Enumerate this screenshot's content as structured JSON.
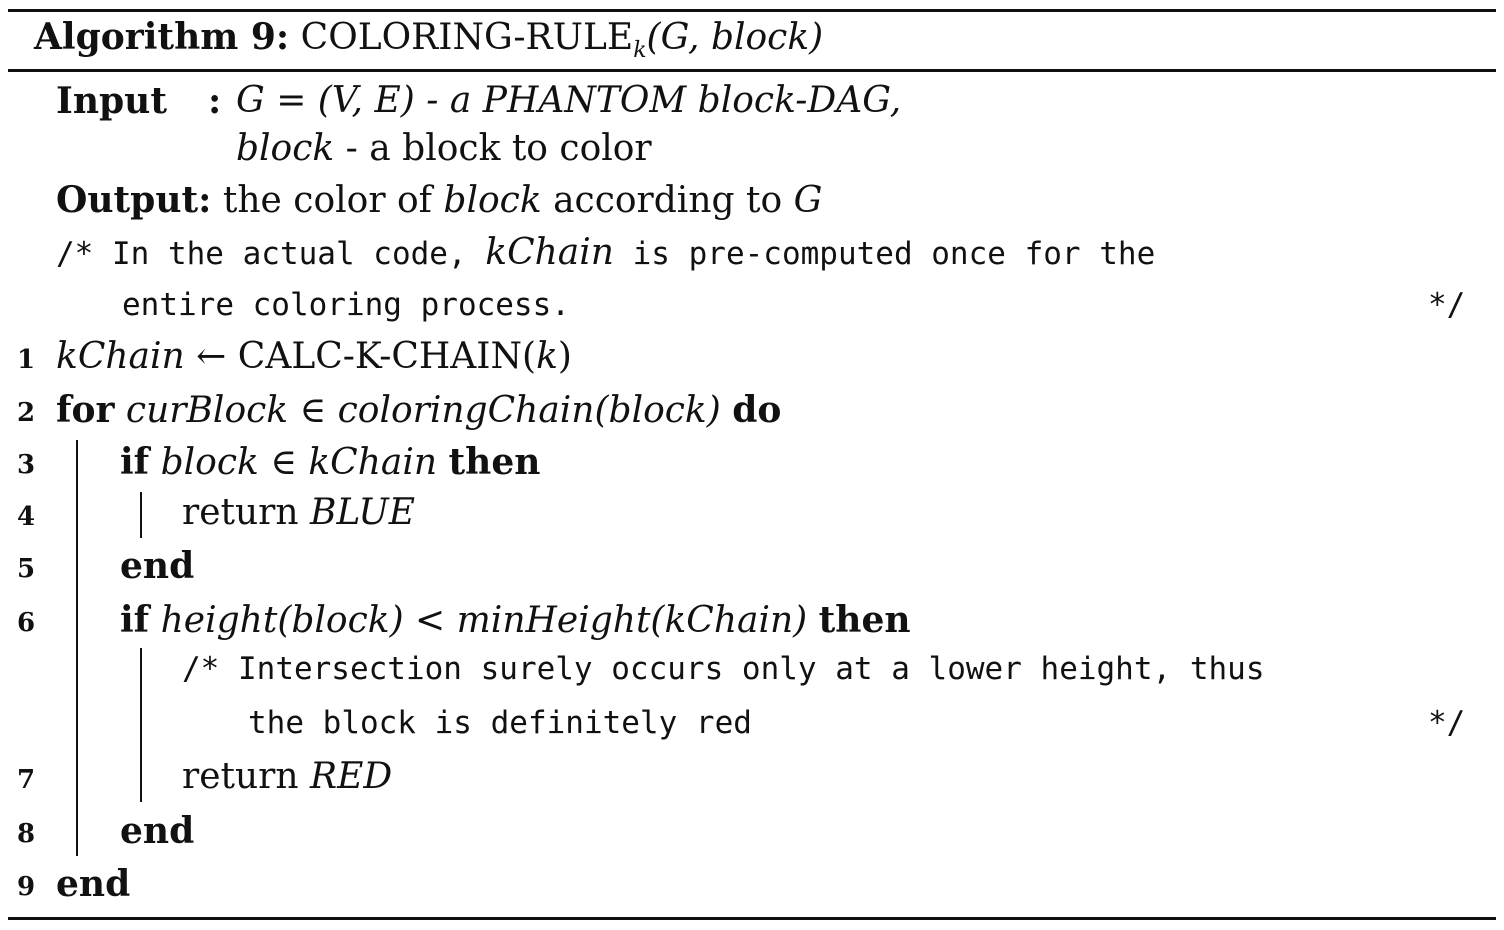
{
  "algorithm": {
    "label": "Algorithm 9:",
    "name": "COLORING-RULE",
    "subscript": "k",
    "args": "(G, block)"
  },
  "io": {
    "input_label": "Input",
    "input_colon": ":",
    "input_line1": "G = (V, E) - a PHANTOM block-DAG,",
    "input_line2_it": "block",
    "input_line2_rest": " - a block to color",
    "output_label": "Output:",
    "output_pre": "the color of ",
    "output_it": "block",
    "output_mid": " according to ",
    "output_it2": "G"
  },
  "comment1": {
    "open": "/* In the actual code, ",
    "it": "kChain",
    "rest": " is pre-computed once for the",
    "line2": "entire coloring process.",
    "close": "*/"
  },
  "comment2": {
    "line1": "/* Intersection surely occurs only at a lower height, thus",
    "line2": "the block is definitely red",
    "close": "*/"
  },
  "lines": {
    "n1": "1",
    "n2": "2",
    "n3": "3",
    "n4": "4",
    "n5": "5",
    "n6": "6",
    "n7": "7",
    "n8": "8",
    "n9": "9",
    "l1_it": "kChain",
    "l1_rest": " ← CALC-K-CHAIN(",
    "l1_k": "k",
    "l1_end": ")",
    "l2_for": "for",
    "l2_it": " curBlock ∈ coloringChain(block) ",
    "l2_do": "do",
    "l3_if": "if",
    "l3_it": " block ∈ kChain ",
    "l3_then": "then",
    "l4_ret": "return ",
    "l4_it": "BLUE",
    "l5_end": "end",
    "l6_if": "if",
    "l6_it": " height(block) < minHeight(kChain) ",
    "l6_then": "then",
    "l7_ret": "return ",
    "l7_it": "RED",
    "l8_end": "end",
    "l9_end": "end"
  }
}
